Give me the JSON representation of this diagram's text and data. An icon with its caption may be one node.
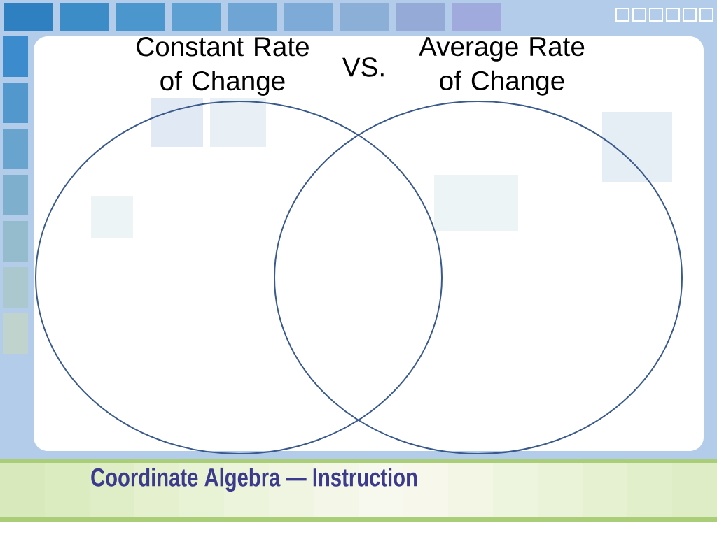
{
  "diagram": {
    "nodes": [
      {
        "text": [
          "Constant Rate of Change"
        ]
      },
      {
        "text": [
          "Average Rate of Change"
        ]
      }
    ],
    "labels": [
      "VS.",
      "Coordinate Algebra — Instruction"
    ]
  }
}
